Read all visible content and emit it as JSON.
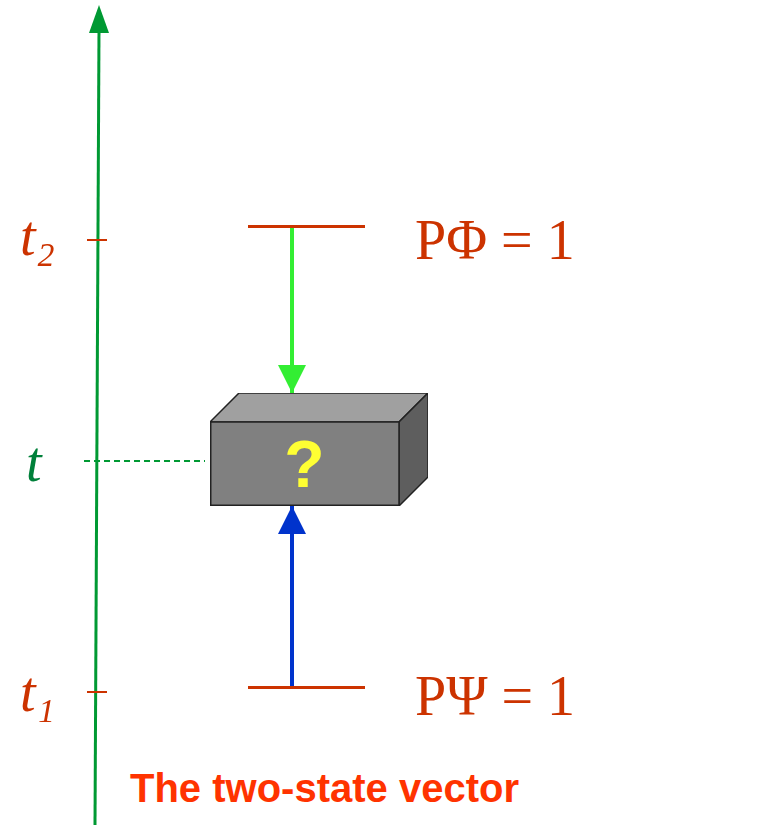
{
  "diagram": {
    "title": "The two-state vector",
    "nodes": [
      {
        "text": [
          "PΦ = 1"
        ]
      },
      {
        "text": [
          "?"
        ]
      },
      {
        "text": [
          "PΨ = 1"
        ]
      }
    ],
    "edges": [
      {
        "from": 0,
        "to": 1,
        "arrow": "to"
      },
      {
        "from": 2,
        "to": 1,
        "arrow": "to"
      }
    ],
    "labels": [
      "t₂",
      "t",
      "t₁"
    ]
  }
}
